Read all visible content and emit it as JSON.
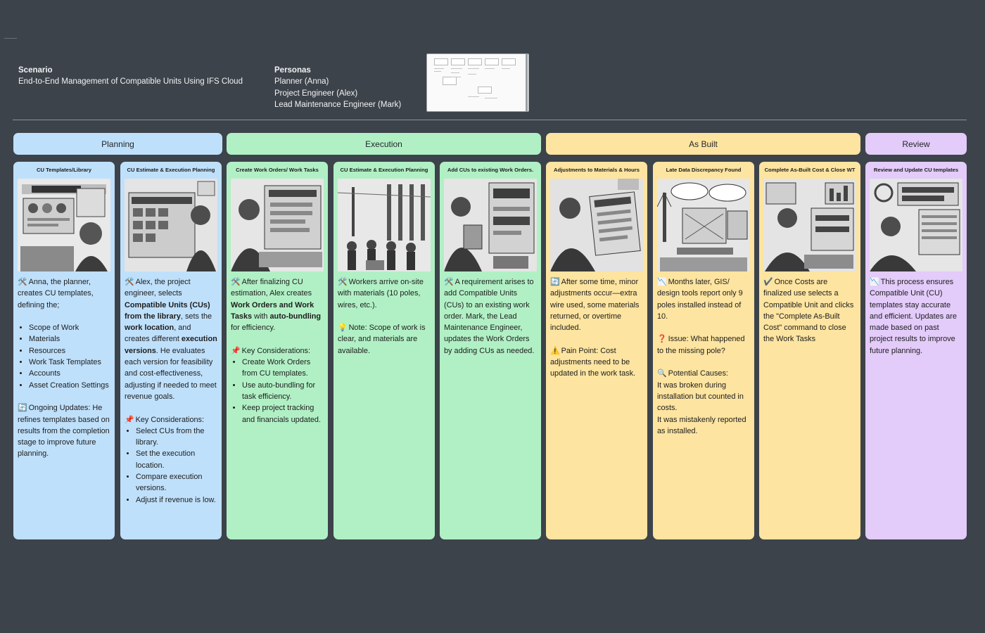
{
  "scenario": {
    "heading": "Scenario",
    "text": "End-to-End Management of Compatible Units Using IFS Cloud"
  },
  "personas": {
    "heading": "Personas",
    "items": [
      "Planner (Anna)",
      "Project Engineer (Alex)",
      "Lead Maintenance Engineer (Mark)"
    ]
  },
  "phases": [
    "Planning",
    "Execution",
    "As Built",
    "Review"
  ],
  "cards": [
    {
      "title": "CU Templates/Library",
      "p1": "Anna, the planner, creates CU templates, defining the;",
      "bullets": [
        "Scope of Work",
        "Materials",
        "Resources",
        "Work Task Templates",
        "Accounts",
        "Asset Creation Settings"
      ],
      "p2": "Ongoing Updates: He refines templates based on results from the completion stage to improve future planning."
    },
    {
      "title": "CU Estimate & Execution Planning",
      "a": "Alex, the project engineer, selects ",
      "b": "Compatible Units (CUs) from the library",
      "c": ", sets the ",
      "d": "work location",
      "e": ", and creates different ",
      "f": "execution versions",
      "g": ". He evaluates each version for feasibility and cost-effectiveness, adjusting if needed to meet revenue goals.",
      "kc": "Key Considerations:",
      "bullets": [
        "Select CUs from the library.",
        "Set the execution location.",
        "Compare execution versions.",
        "Adjust if revenue is low."
      ]
    },
    {
      "title": "Create Work Orders/ Work Tasks",
      "a": "After finalizing CU estimation, Alex creates ",
      "b": "Work Orders and Work Tasks",
      "c": " with ",
      "d": "auto-bundling",
      "e": " for efficiency.",
      "kc": "Key Considerations:",
      "bullets": [
        "Create Work Orders from CU templates.",
        "Use auto-bundling for task efficiency.",
        "Keep project tracking and financials updated."
      ]
    },
    {
      "title": "CU Estimate & Execution Planning",
      "p1": "Workers arrive on-site with materials (10 poles, wires, etc.).",
      "p2": "Note: Scope of work is clear, and materials are available."
    },
    {
      "title": "Add CUs to existing Work Orders.",
      "p1": "A requirement arises to add Compatible Units (CUs) to an existing work order. Mark, the Lead Maintenance Engineer, updates the Work Orders by adding CUs as needed."
    },
    {
      "title": "Adjustments to Materials & Hours",
      "p1": "After some time, minor adjustments occur—extra wire used, some materials returned, or overtime included.",
      "p2": "Pain Point: Cost adjustments need to be updated in the work task."
    },
    {
      "title": "Late Data Discrepancy Found",
      "p1": "Months later, GIS/ design tools report only 9 poles installed instead of 10.",
      "p2": "Issue: What happened to the missing pole?",
      "p3": "Potential Causes:",
      "p4": "It was broken during installation but counted in costs.",
      "p5": "It was mistakenly reported as installed."
    },
    {
      "title": "Complete As-Built Cost & Close WT",
      "p1": "Once Costs are finalized use selects a Compatible Unit and clicks the \"Complete As-Built Cost\" command to close the Work Tasks"
    },
    {
      "title": "Review and Update CU templates",
      "p1": "This process ensures Compatible Unit (CU) templates stay accurate and efficient. Updates are made based on past project results to improve future planning."
    }
  ]
}
